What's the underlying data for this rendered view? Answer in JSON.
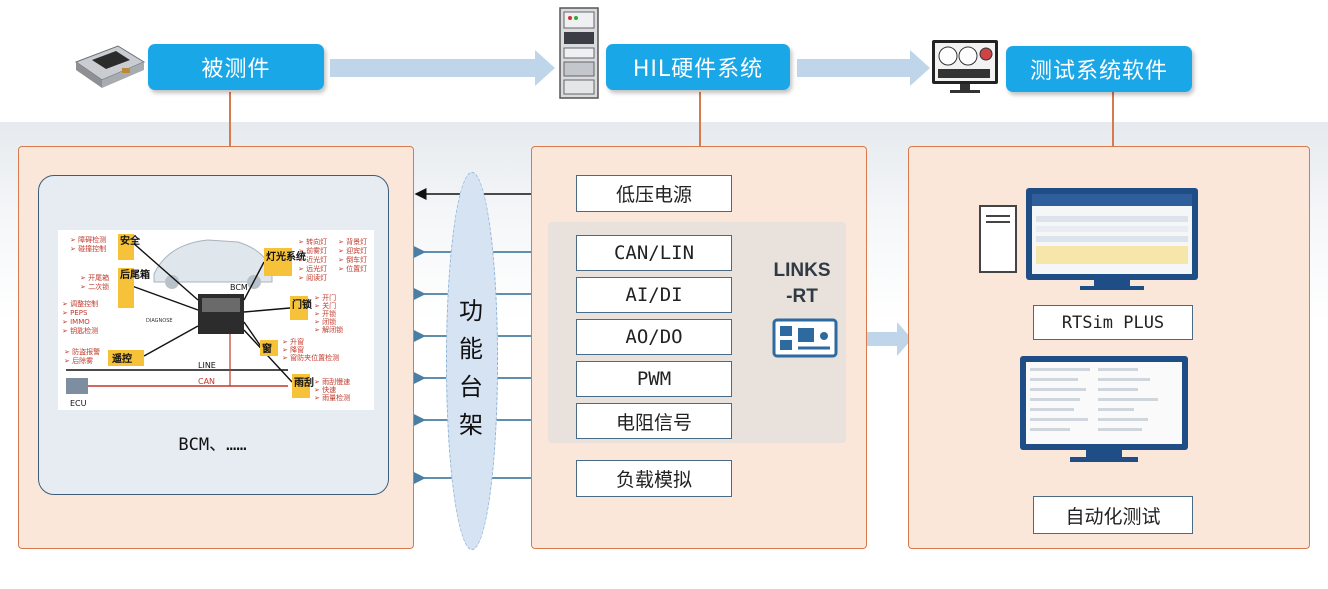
{
  "top_flow": {
    "dut_label": "被测件",
    "hil_label": "HIL硬件系统",
    "software_label": "测试系统软件"
  },
  "left_panel": {
    "caption": "BCM、……",
    "bcm_schematic": {
      "center_label": "BCM",
      "ecu_label": "ECU",
      "line_labels": [
        "LINE",
        "CAN"
      ],
      "diag_label": "DIAGNOSE",
      "modules": [
        "安全",
        "后尾箱",
        "遥控",
        "灯光系统",
        "门锁",
        "窗",
        "雨刮"
      ],
      "left_bullets_1": [
        "障碍检测",
        "碰撞控制"
      ],
      "left_bullets_2": [
        "开尾箱",
        "二次锁"
      ],
      "left_bullets_3": [
        "调整控制",
        "PEPS",
        "IMMO",
        "钥匙检测"
      ],
      "left_bullets_4": [
        "防盗报警",
        "后除雾"
      ],
      "light_col1": [
        "转向灯",
        "前雾灯",
        "近光灯",
        "远光灯",
        "阅读灯"
      ],
      "light_col2": [
        "背景灯",
        "迎宾灯",
        "倒车灯",
        "位置灯"
      ],
      "door_items": [
        "开门",
        "关门",
        "开锁",
        "闭锁",
        "解闭锁"
      ],
      "window_items": [
        "升窗",
        "降窗",
        "窗防夹位置检测"
      ],
      "wiper_items": [
        "雨刮慢速",
        "快速",
        "雨量检测"
      ]
    }
  },
  "middle": {
    "function_rack": [
      "功",
      "能",
      "台",
      "架"
    ]
  },
  "hil_panel": {
    "power_supply": "低压电源",
    "signals": [
      "CAN/LIN",
      "AI/DI",
      "AO/DO",
      "PWM",
      "电阻信号"
    ],
    "load_sim": "负载模拟",
    "links_rt": [
      "LINKS",
      "-RT"
    ]
  },
  "software_panel": {
    "rtsim_label": "RTSim PLUS",
    "auto_test_label": "自动化测试"
  },
  "colors": {
    "accent_button": "#1aa7e8",
    "panel_fill": "#fbe7da",
    "panel_border": "#d77a4e",
    "arrow_blue": "#4a7fa3",
    "rack_fill": "#d6e3f3"
  }
}
